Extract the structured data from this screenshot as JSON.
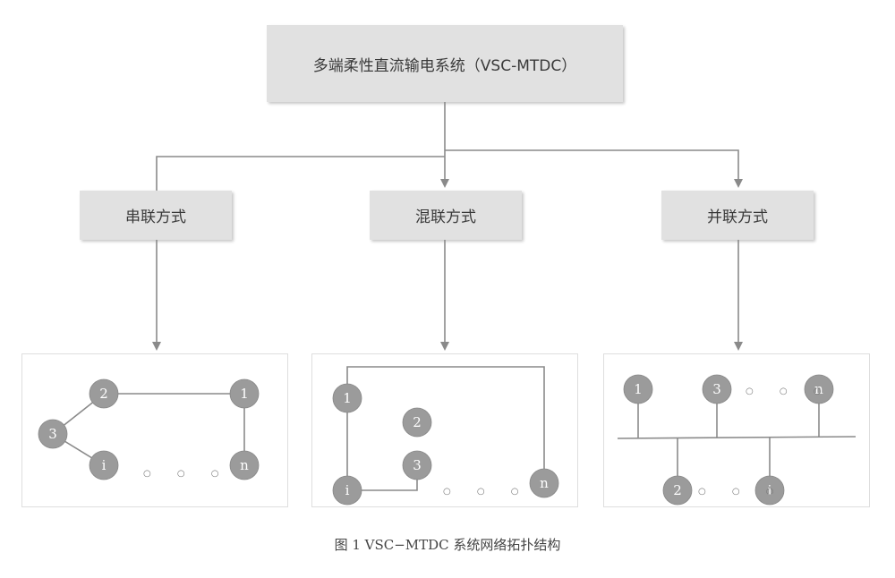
{
  "root": {
    "label": "多端柔性直流输电系统（VSC-MTDC）"
  },
  "modes": [
    {
      "id": "series",
      "label": "串联方式"
    },
    {
      "id": "mixed",
      "label": "混联方式"
    },
    {
      "id": "parallel",
      "label": "并联方式"
    }
  ],
  "panels": {
    "series": {
      "nodes": [
        "2",
        "1",
        "3",
        "i",
        "n"
      ],
      "ellipsis": "○ ○ ○"
    },
    "mixed": {
      "nodes": [
        "1",
        "2",
        "3",
        "i",
        "n"
      ],
      "ellipsis": "○ ○ ○"
    },
    "parallel": {
      "nodes": [
        "1",
        "3",
        "n",
        "2",
        "i"
      ],
      "ellipsis_top": "○ ○ ○",
      "ellipsis_bottom": "○ ○ ○"
    }
  },
  "caption": "图 1 VSC−MTDC 系统网络拓扑结构",
  "colors": {
    "box_fill": "#e1e1e1",
    "node_fill": "#9b9b9b",
    "line": "#8a8a8a"
  }
}
